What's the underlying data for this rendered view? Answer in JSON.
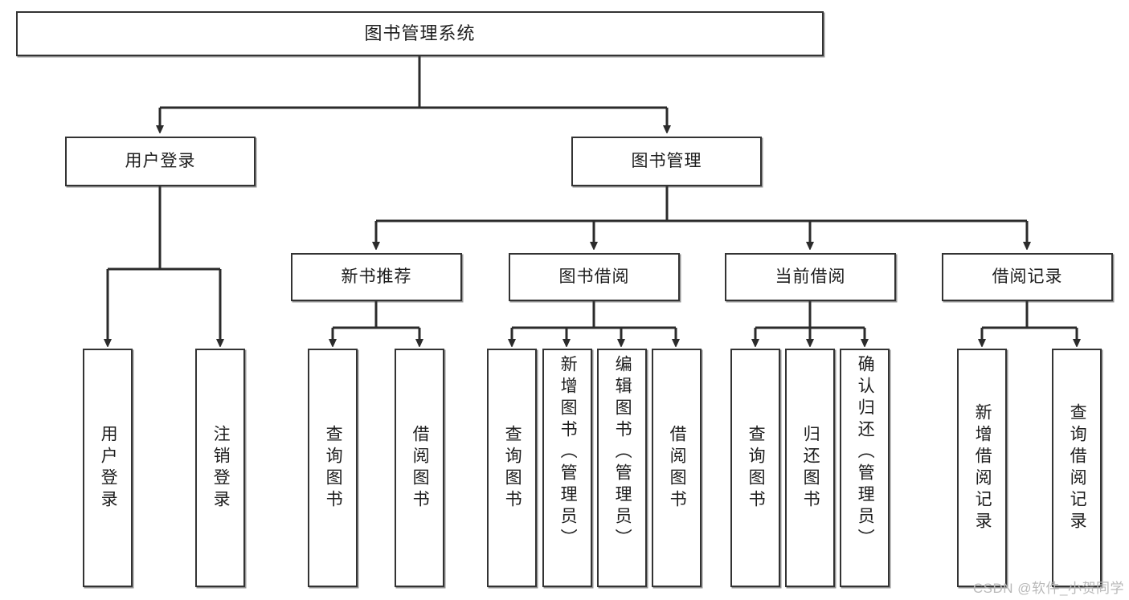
{
  "diagram": {
    "type": "tree",
    "title_text": "图书管理系统",
    "watermark": "CSDN @软件_小贺同学",
    "colors": {
      "box_border": "#333333",
      "box_fill": "#ffffff",
      "connector": "#2b2b2b",
      "text": "#1d1d1d",
      "watermark": "#b9b9b9"
    },
    "nodes": {
      "root": "图书管理系统",
      "level2": [
        "用户登录",
        "图书管理"
      ],
      "level3": [
        "新书推荐",
        "图书借阅",
        "当前借阅",
        "借阅记录"
      ],
      "leaves": {
        "user_login": [
          "用户登录",
          "注销登录"
        ],
        "new_book_recommend": [
          "查询图书",
          "借阅图书"
        ],
        "book_borrow": [
          "查询图书",
          "新增图书（管理员）",
          "编辑图书（管理员）",
          "借阅图书"
        ],
        "current_borrow": [
          "查询图书",
          "归还图书",
          "确认归还（管理员）"
        ],
        "borrow_record": [
          "新增借阅记录",
          "查询借阅记录"
        ]
      }
    }
  }
}
